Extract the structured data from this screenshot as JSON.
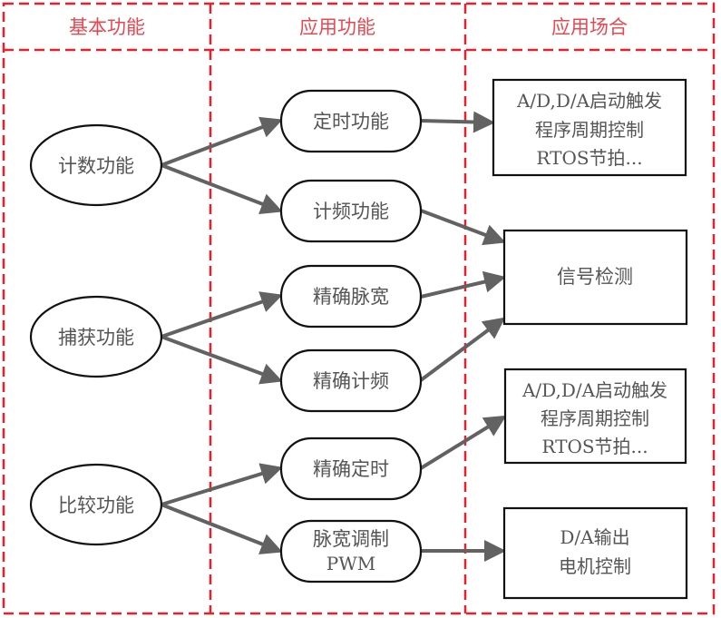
{
  "columns": [
    {
      "id": "basic",
      "label": "基本功能"
    },
    {
      "id": "application",
      "label": "应用功能"
    },
    {
      "id": "scenario",
      "label": "应用场合"
    }
  ],
  "colors": {
    "frame": "#e8202a",
    "header_text": "#e8474f",
    "node_border": "#111111",
    "node_text": "#555555",
    "edge": "#626262"
  },
  "basic_functions": [
    {
      "id": "count",
      "label": "计数功能"
    },
    {
      "id": "capture",
      "label": "捕获功能"
    },
    {
      "id": "compare",
      "label": "比较功能"
    }
  ],
  "application_functions": [
    {
      "id": "timing",
      "lines": [
        "定时功能"
      ]
    },
    {
      "id": "freq",
      "lines": [
        "计频功能"
      ]
    },
    {
      "id": "pulse",
      "lines": [
        "精确脉宽"
      ]
    },
    {
      "id": "precise_freq",
      "lines": [
        "精确计频"
      ]
    },
    {
      "id": "precise_timing",
      "lines": [
        "精确定时"
      ]
    },
    {
      "id": "pwm",
      "lines": [
        "脉宽调制",
        "PWM"
      ]
    }
  ],
  "scenarios": [
    {
      "id": "sc1",
      "lines": [
        "A/D,D/A启动触发",
        "程序周期控制",
        "RTOS节拍..."
      ]
    },
    {
      "id": "sc2",
      "lines": [
        "信号检测"
      ]
    },
    {
      "id": "sc3",
      "lines": [
        "A/D,D/A启动触发",
        "程序周期控制",
        "RTOS节拍..."
      ]
    },
    {
      "id": "sc4",
      "lines": [
        "D/A输出",
        "电机控制"
      ]
    }
  ],
  "edges": [
    {
      "from": "count",
      "to": "timing"
    },
    {
      "from": "count",
      "to": "freq"
    },
    {
      "from": "capture",
      "to": "pulse"
    },
    {
      "from": "capture",
      "to": "precise_freq"
    },
    {
      "from": "compare",
      "to": "precise_timing"
    },
    {
      "from": "compare",
      "to": "pwm"
    },
    {
      "from": "timing",
      "to": "sc1"
    },
    {
      "from": "freq",
      "to": "sc2"
    },
    {
      "from": "pulse",
      "to": "sc2"
    },
    {
      "from": "precise_freq",
      "to": "sc2"
    },
    {
      "from": "precise_timing",
      "to": "sc3"
    },
    {
      "from": "pwm",
      "to": "sc4"
    }
  ]
}
